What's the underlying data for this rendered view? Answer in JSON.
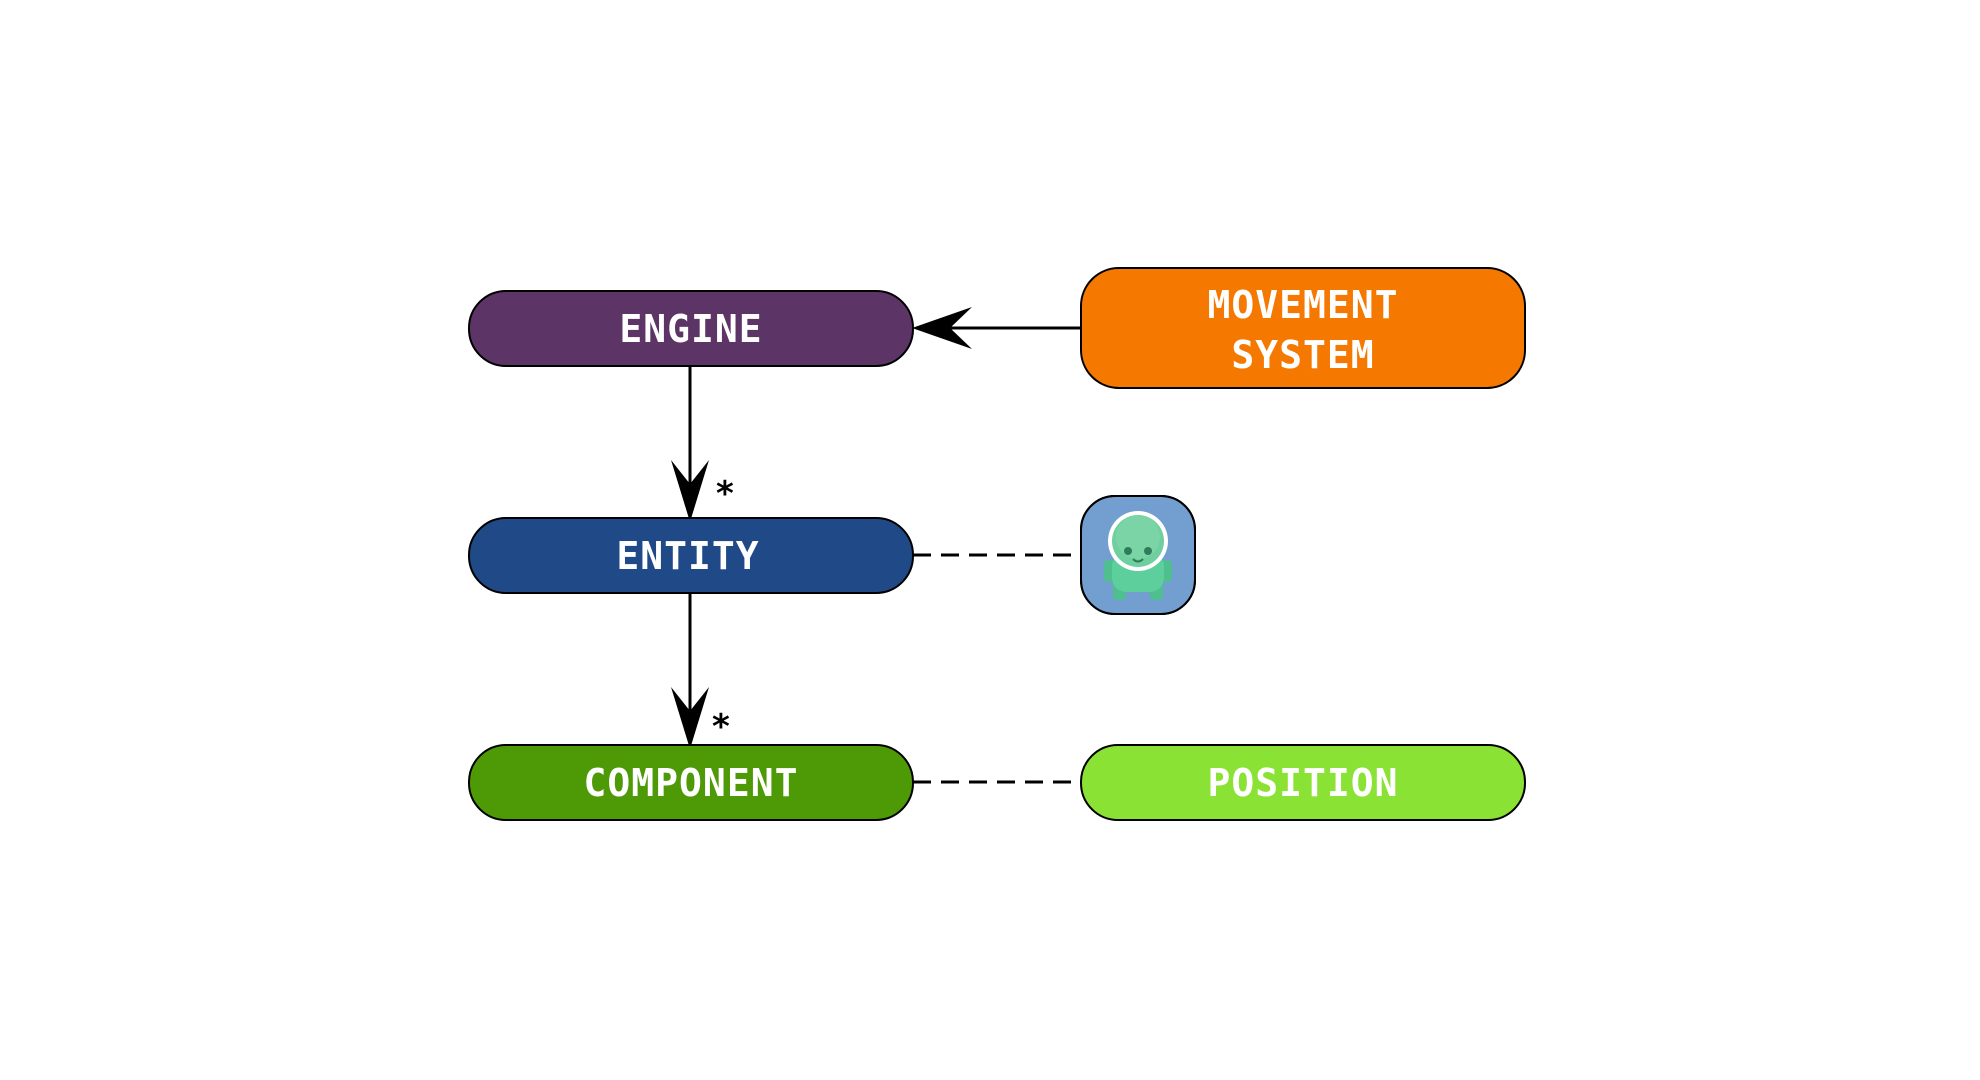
{
  "nodes": {
    "engine": {
      "label": "ENGINE",
      "color": "#5c3566"
    },
    "movement_system": {
      "label_line1": "MOVEMENT",
      "label_line2": "SYSTEM",
      "color": "#f57900"
    },
    "entity": {
      "label": "ENTITY",
      "color": "#204a87"
    },
    "entity_avatar": {
      "icon": "alien-astronaut-icon",
      "color": "#729fcf"
    },
    "component": {
      "label": "COMPONENT",
      "color": "#4e9a06"
    },
    "position": {
      "label": "POSITION",
      "color": "#8ae234"
    }
  },
  "edges": {
    "engine_to_entity": {
      "multiplicity": "*"
    },
    "entity_to_component": {
      "multiplicity": "*"
    }
  }
}
